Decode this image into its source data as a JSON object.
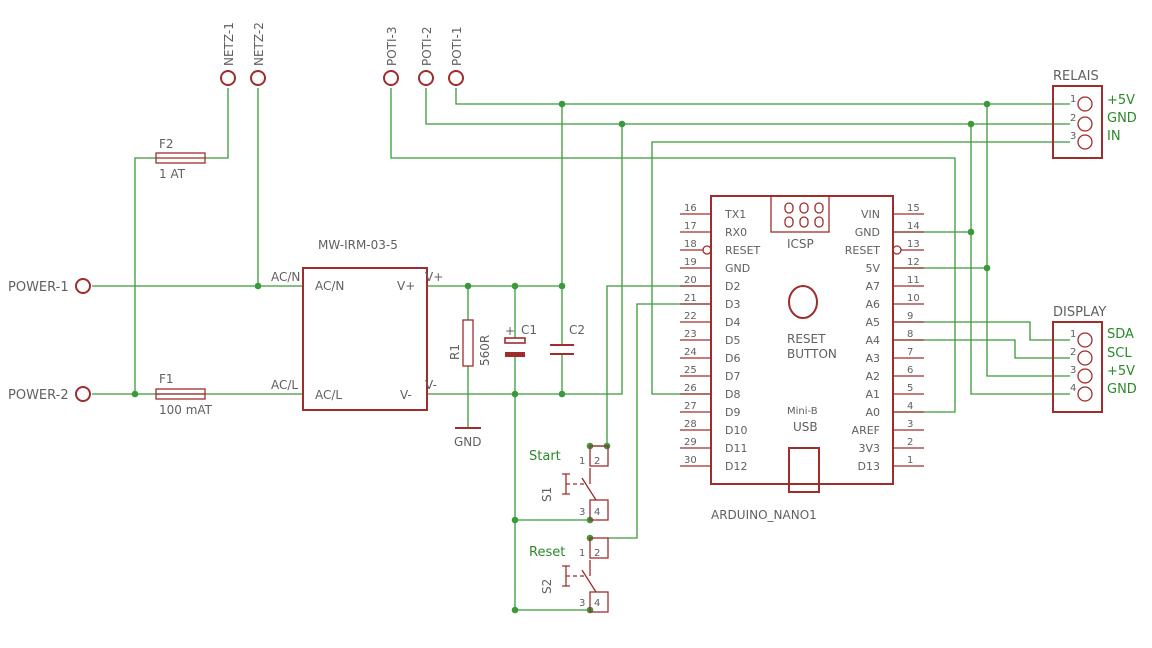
{
  "power_connectors": {
    "power1": "POWER-1",
    "power2": "POWER-2"
  },
  "mains_connectors": {
    "netz1": "NETZ-1",
    "netz2": "NETZ-2"
  },
  "poti_connectors": {
    "poti1": "POTI-1",
    "poti2": "POTI-2",
    "poti3": "POTI-3"
  },
  "fuse_f2": {
    "name": "F2",
    "value": "1 AT"
  },
  "fuse_f1": {
    "name": "F1",
    "value": "100 mAT"
  },
  "psu": {
    "name": "MW-IRM-03-5",
    "ac_n": "AC/N",
    "ac_l": "AC/L",
    "v_plus": "V+",
    "v_minus": "V-",
    "net_ac_n": "AC/N",
    "net_ac_l": "AC/L"
  },
  "resistor": {
    "name": "R1",
    "value": "560R"
  },
  "cap1": {
    "name": "C1",
    "plus": "+"
  },
  "cap2": {
    "name": "C2"
  },
  "gnd_label": "GND",
  "relais": {
    "title": "RELAIS",
    "pins": [
      "1",
      "2",
      "3"
    ],
    "labels": [
      "+5V",
      "GND",
      "IN"
    ]
  },
  "display": {
    "title": "DISPLAY",
    "pins": [
      "1",
      "2",
      "3",
      "4"
    ],
    "labels": [
      "SDA",
      "SCL",
      "+5V",
      "GND"
    ]
  },
  "arduino": {
    "name": "ARDUINO_NANO1",
    "icsp": "ICSP",
    "reset_button": [
      "RESET",
      "BUTTON"
    ],
    "usb": [
      "Mini-B",
      "USB"
    ],
    "left_pins": [
      {
        "num": "16",
        "label": "TX1"
      },
      {
        "num": "17",
        "label": "RX0"
      },
      {
        "num": "18",
        "label": "RESET"
      },
      {
        "num": "19",
        "label": "GND"
      },
      {
        "num": "20",
        "label": "D2"
      },
      {
        "num": "21",
        "label": "D3"
      },
      {
        "num": "22",
        "label": "D4"
      },
      {
        "num": "23",
        "label": "D5"
      },
      {
        "num": "24",
        "label": "D6"
      },
      {
        "num": "25",
        "label": "D7"
      },
      {
        "num": "26",
        "label": "D8"
      },
      {
        "num": "27",
        "label": "D9"
      },
      {
        "num": "28",
        "label": "D10"
      },
      {
        "num": "29",
        "label": "D11"
      },
      {
        "num": "30",
        "label": "D12"
      }
    ],
    "right_pins": [
      {
        "num": "15",
        "label": "VIN"
      },
      {
        "num": "14",
        "label": "GND"
      },
      {
        "num": "13",
        "label": "RESET"
      },
      {
        "num": "12",
        "label": "5V"
      },
      {
        "num": "11",
        "label": "A7"
      },
      {
        "num": "10",
        "label": "A6"
      },
      {
        "num": "9",
        "label": "A5"
      },
      {
        "num": "8",
        "label": "A4"
      },
      {
        "num": "7",
        "label": "A3"
      },
      {
        "num": "6",
        "label": "A2"
      },
      {
        "num": "5",
        "label": "A1"
      },
      {
        "num": "4",
        "label": "A0"
      },
      {
        "num": "3",
        "label": "AREF"
      },
      {
        "num": "2",
        "label": "3V3"
      },
      {
        "num": "1",
        "label": "D13"
      }
    ]
  },
  "switch1": {
    "name": "S1",
    "label": "Start",
    "pins": [
      "1",
      "2",
      "3",
      "4"
    ]
  },
  "switch2": {
    "name": "S2",
    "label": "Reset",
    "pins": [
      "1",
      "2",
      "3",
      "4"
    ]
  },
  "colors": {
    "wire": "#3a9a3a",
    "part": "#a02c2c",
    "text": "#606060",
    "net_label": "#2a8a2a"
  }
}
